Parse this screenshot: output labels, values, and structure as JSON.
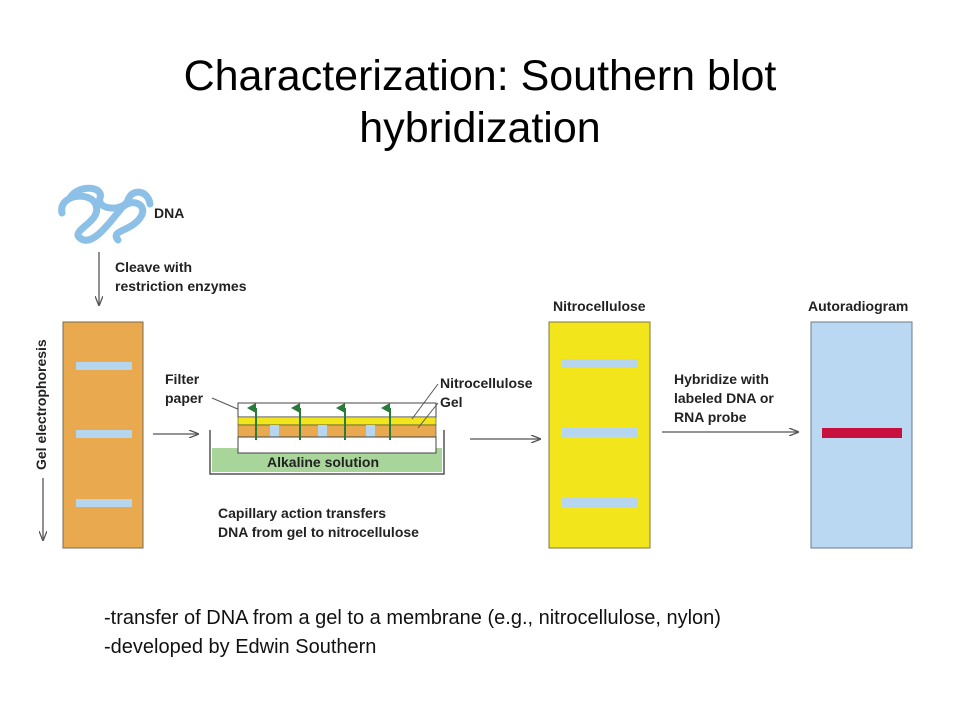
{
  "title": {
    "line1": "Characterization: Southern blot",
    "line2": "hybridization"
  },
  "diagram": {
    "dna_label": "DNA",
    "cleave_line1": "Cleave with",
    "cleave_line2": "restriction enzymes",
    "gel_axis_label": "Gel electrophoresis",
    "filter_line1": "Filter",
    "filter_line2": "paper",
    "stack_nitro_label": "Nitrocellulose",
    "stack_gel_label": "Gel",
    "alkaline_label": "Alkaline solution",
    "capillary_line1": "Capillary action transfers",
    "capillary_line2": "DNA from gel to nitrocellulose",
    "nitro_panel_label": "Nitrocellulose",
    "hybridize_line1": "Hybridize with",
    "hybridize_line2": "labeled DNA or",
    "hybridize_line3": "RNA probe",
    "autorad_panel_label": "Autoradiogram"
  },
  "notes": [
    "-transfer of DNA from a gel to a membrane (e.g., nitrocellulose, nylon)",
    "-developed by Edwin Southern"
  ],
  "colors": {
    "gel": "#E9A94F",
    "band": "#B5D6EE",
    "nitrocellulose": "#F2E51B",
    "autoradiogram": "#BBD8F2",
    "probe_band": "#C8103E",
    "alkaline": "#A8D59A",
    "arrow_green": "#2A7A3A"
  }
}
